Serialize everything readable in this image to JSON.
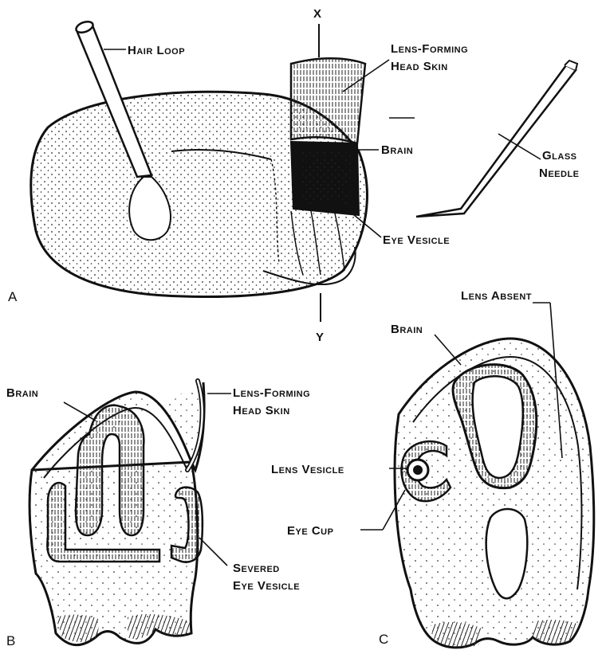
{
  "labels": {
    "hair_loop": "Hair Loop",
    "x": "X",
    "y": "Y",
    "lens_forming_head_skin_a_line1": "Lens-Forming",
    "lens_forming_head_skin_a_line2": "Head Skin",
    "brain_a": "Brain",
    "glass_needle_line1": "Glass",
    "glass_needle_line2": "Needle",
    "eye_vesicle": "Eye Vesicle",
    "lens_absent": "Lens Absent",
    "brain_b": "Brain",
    "lens_forming_head_skin_b_line1": "Lens-Forming",
    "lens_forming_head_skin_b_line2": "Head Skin",
    "brain_c": "Brain",
    "lens_vesicle": "Lens Vesicle",
    "eye_cup": "Eye Cup",
    "severed_eye_vesicle_line1": "Severed",
    "severed_eye_vesicle_line2": "Eye Vesicle"
  },
  "panels": {
    "a": "A",
    "b": "B",
    "c": "C"
  }
}
